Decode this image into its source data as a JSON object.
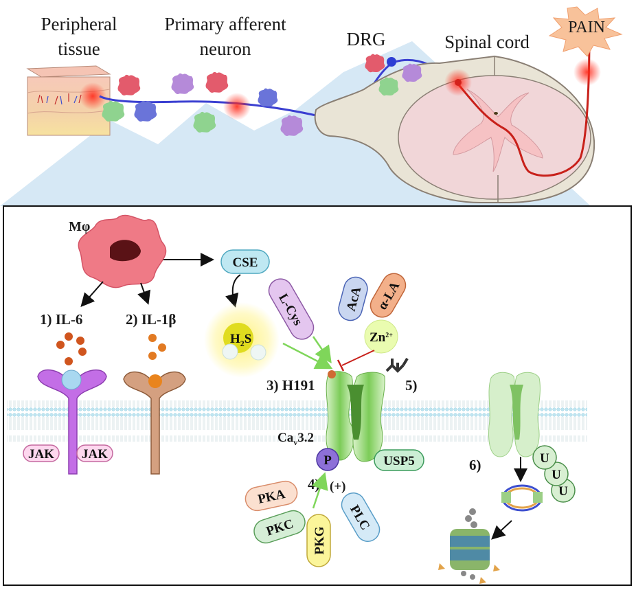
{
  "colors": {
    "neuron_blue": "#3a3fd1",
    "pain_red": "#c8201a",
    "macrophage_pink": "#ea6f7a",
    "channel_green": "#69c24e",
    "membrane_blue": "#aee0ee",
    "panel_bg": "#cfe3f2"
  },
  "top": {
    "peripheral_tissue": [
      "Peripheral",
      "tissue"
    ],
    "primary_afferent_neuron": [
      "Primary afferent",
      "neuron"
    ],
    "drg": "DRG",
    "spinal_cord": "Spinal cord",
    "pain": "PAIN"
  },
  "panel": {
    "macrophage": "Mφ",
    "il6": "1) IL-6",
    "il1b": "2) IL-1β",
    "jak": "JAK",
    "cse": "CSE",
    "l_cys": "L-Cys",
    "h2s_main": "H",
    "h2s_sub": "2",
    "h2s_end": "S",
    "aca": "AcA",
    "alpha_la": "α-LA",
    "zn_main": "Zn",
    "zn_sup": "2+",
    "h191": "3) H191",
    "step5": "5)",
    "cav_main": "Ca",
    "cav_sub": "v",
    "cav_end": "3.2",
    "p": "P",
    "step4": "4)",
    "plus": "(+)",
    "usp5": "USP5",
    "pka": "PKA",
    "pkc": "PKC",
    "pkg": "PKG",
    "plc": "PLC",
    "step6": "6)",
    "u": "U"
  }
}
